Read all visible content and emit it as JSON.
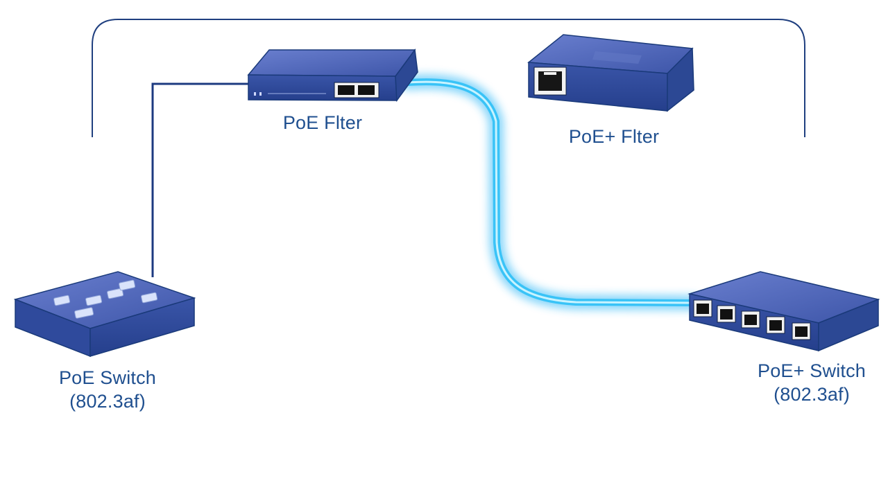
{
  "diagram": {
    "colors": {
      "device_top": "#4c63b6",
      "device_front": "#2f4a9c",
      "device_side": "#3b56a8",
      "outline": "#1a3a7a",
      "label": "#1f4f8f",
      "cable_glow": "#29b6f6",
      "cable_core": "#bff0ff"
    },
    "devices": {
      "poe_filter": {
        "label": "PoE Flter",
        "icon": "poe-filter-device"
      },
      "poe_plus_filter": {
        "label": "PoE+ Flter",
        "icon": "poe-plus-filter-device"
      },
      "poe_switch": {
        "label": "PoE Switch",
        "sublabel": "(802.3af)",
        "icon": "poe-switch-device"
      },
      "poe_plus_switch": {
        "label": "PoE+ Switch",
        "sublabel": "(802.3af)",
        "icon": "poe-plus-switch-device"
      }
    }
  }
}
